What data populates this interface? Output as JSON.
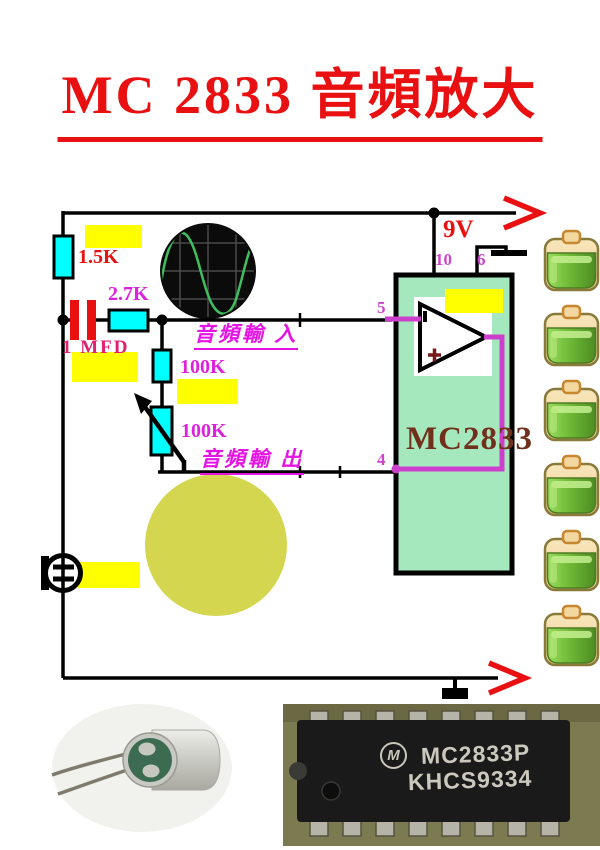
{
  "title": {
    "text": "MC 2833 音頻放大"
  },
  "schematic": {
    "supply_label": "9V",
    "r1_label": "1.5K",
    "r2_label": "2.7K",
    "cap_label": "1 MFD",
    "r3_label": "100K",
    "pot_label": "100K",
    "audio_in_label": "音頻輸 入",
    "audio_out_label": "音頻輸  出",
    "ic_name": "MC2833",
    "pins": {
      "p10": "10",
      "p6": "6",
      "p5": "5",
      "p4": "4"
    }
  },
  "photos": {
    "chip_marking_line1": "MC2833P",
    "chip_marking_line2": "KHCS9334",
    "chip_logo_letter": "M"
  },
  "colors": {
    "title_red": "#E81010",
    "label_magenta": "#DD22DD",
    "resistor_cyan": "#00FFFF",
    "capacitor_red": "#E81010",
    "highlight_yellow": "#FFFF00",
    "ic_green": "#A6E8BD",
    "ic_text_brown": "#71301C",
    "signal_wire_magenta": "#CC3FCC",
    "wire_black": "#000000",
    "battery_green": "#76C043",
    "olive_circle": "#D5D64F"
  }
}
